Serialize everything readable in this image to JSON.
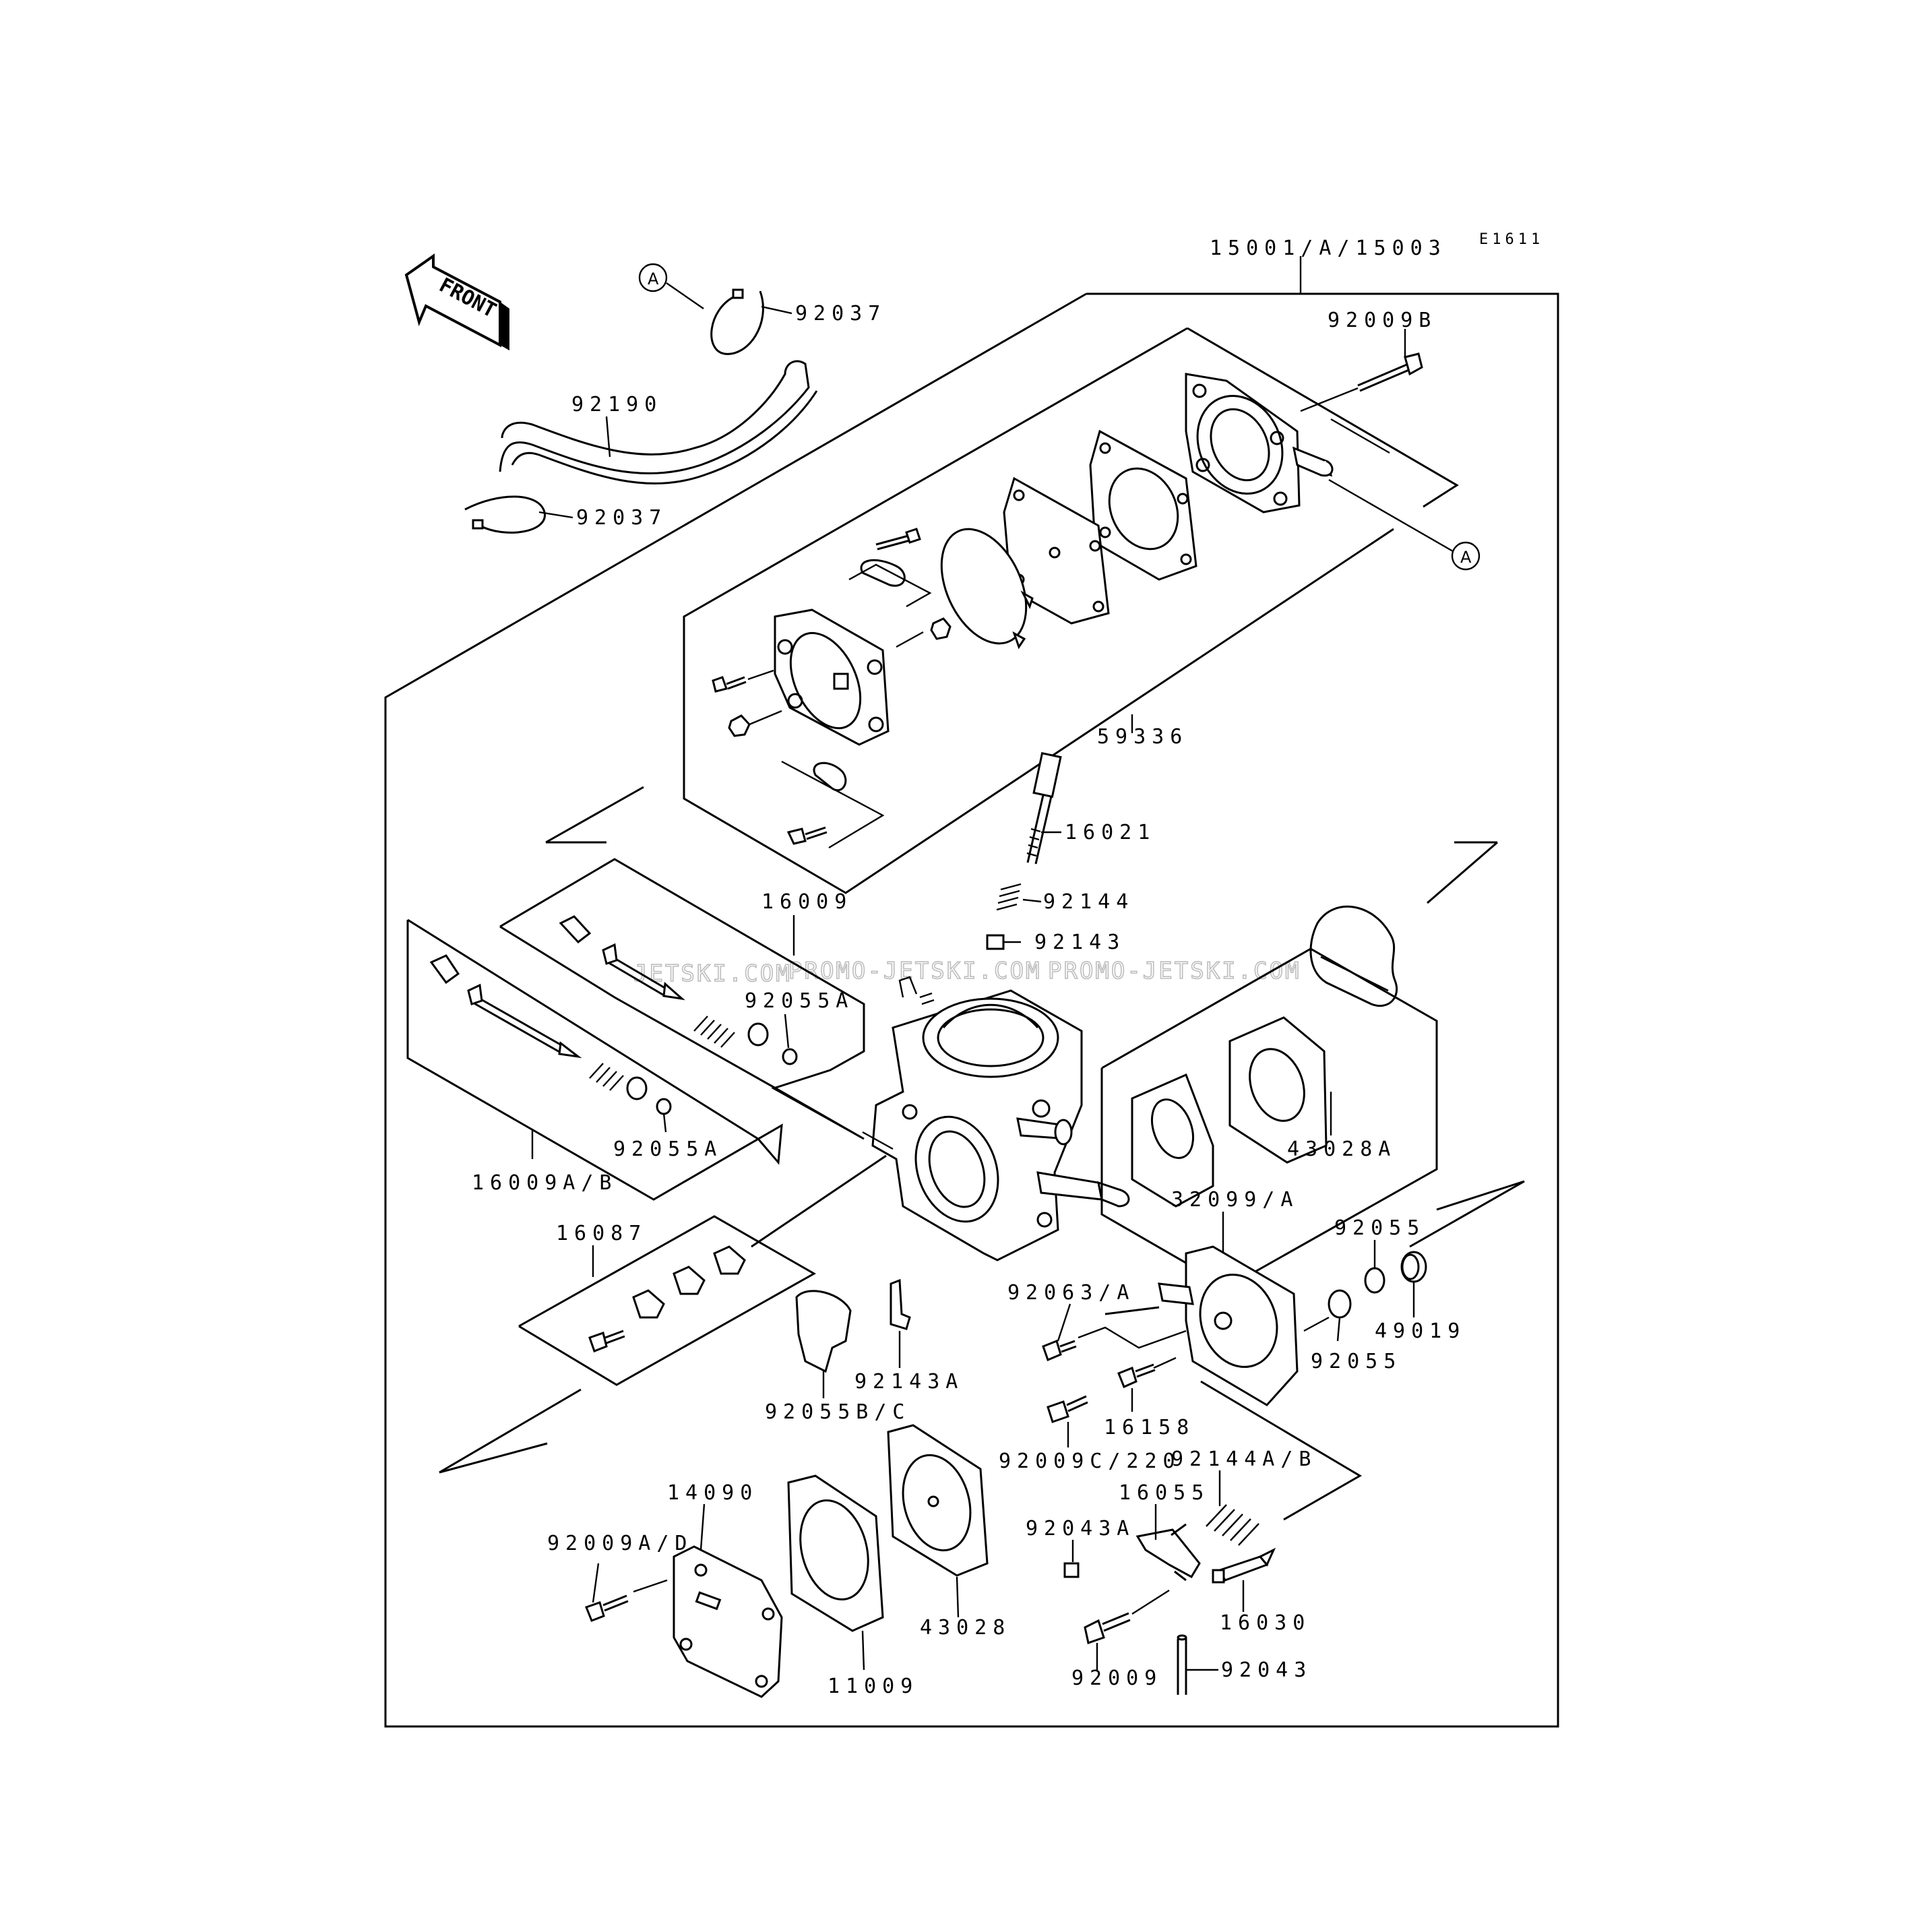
{
  "diagram": {
    "code": "E1611",
    "front_label": "FRONT",
    "ref_marker": "A",
    "watermark": "PROMO-JETSKI.COM",
    "watermark_fragment": "JETSKI.COM",
    "part_labels": {
      "p15001": "15001/A/15003",
      "p92009B": "92009B",
      "p92037a": "92037",
      "p92190": "92190",
      "p92037b": "92037",
      "p59336": "59336",
      "p16021": "16021",
      "p92144": "92144",
      "p92143": "92143",
      "p16009": "16009",
      "p92055Aa": "92055A",
      "p92055Ab": "92055A",
      "p16009AB": "16009A/B",
      "p43028A": "43028A",
      "p32099": "32099/A",
      "p92055a": "92055",
      "p92055b": "92055",
      "p49019": "49019",
      "p16087": "16087",
      "p92063": "92063/A",
      "p92143A": "92143A",
      "p92055BC": "92055B/C",
      "p16158": "16158",
      "p92009C": "92009C/220",
      "p92144AB": "92144A/B",
      "p16055": "16055",
      "p92043A": "92043A",
      "p14090": "14090",
      "p92009AD": "92009A/D",
      "p43028": "43028",
      "p11009": "11009",
      "p16030": "16030",
      "p92009": "92009",
      "p92043": "92043"
    }
  }
}
